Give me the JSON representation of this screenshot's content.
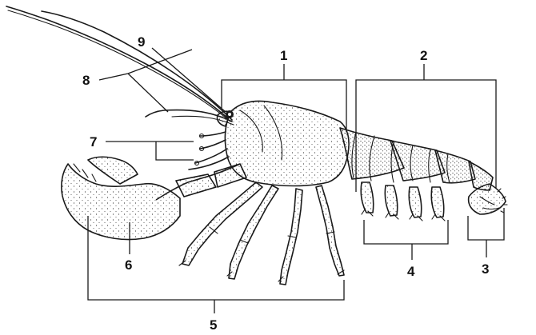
{
  "diagram": {
    "subject": "crayfish-external-anatomy",
    "colors": {
      "ink": "#1a1a1a",
      "background": "#ffffff",
      "stipple": "#333333"
    },
    "labels": [
      {
        "id": "label-1",
        "text": "1"
      },
      {
        "id": "label-2",
        "text": "2"
      },
      {
        "id": "label-3",
        "text": "3"
      },
      {
        "id": "label-4",
        "text": "4"
      },
      {
        "id": "label-5",
        "text": "5"
      },
      {
        "id": "label-6",
        "text": "6"
      },
      {
        "id": "label-7",
        "text": "7"
      },
      {
        "id": "label-8",
        "text": "8"
      },
      {
        "id": "label-9",
        "text": "9"
      }
    ]
  }
}
